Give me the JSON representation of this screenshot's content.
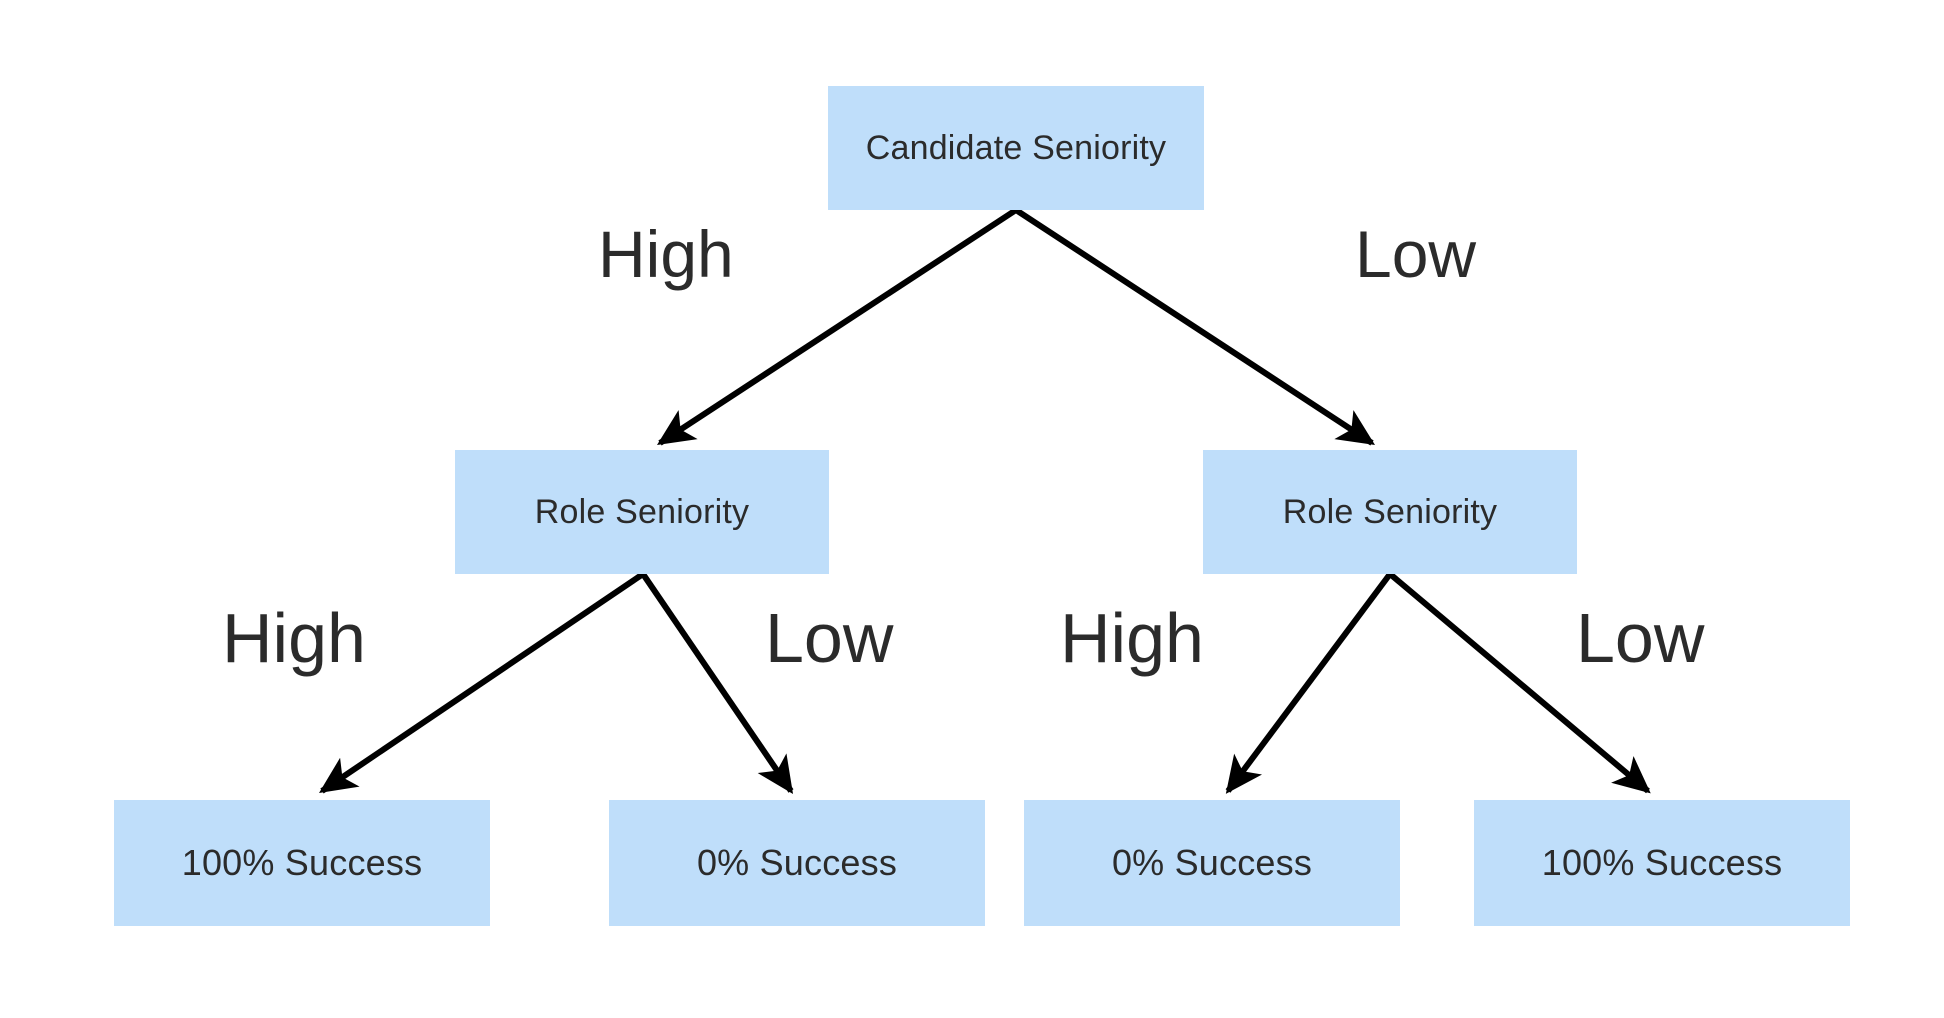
{
  "diagram": {
    "type": "decision-tree",
    "background_color": "#ffffff",
    "node_fill_color": "#bfdefa",
    "edge_color": "#000000",
    "text_color": "#2b2b2b",
    "nodes": {
      "root": {
        "id": "root",
        "label": "Candidate Seniority",
        "kind": "decision"
      },
      "branch_left": {
        "id": "branch-left",
        "label": "Role Seniority",
        "kind": "decision"
      },
      "branch_right": {
        "id": "branch-right",
        "label": "Role Seniority",
        "kind": "decision"
      },
      "leaf_1": {
        "id": "leaf-1",
        "label": "100% Success",
        "kind": "outcome"
      },
      "leaf_2": {
        "id": "leaf-2",
        "label": "0% Success",
        "kind": "outcome"
      },
      "leaf_3": {
        "id": "leaf-3",
        "label": "0% Success",
        "kind": "outcome"
      },
      "leaf_4": {
        "id": "leaf-4",
        "label": "100% Success",
        "kind": "outcome"
      }
    },
    "edge_labels": {
      "root_high": "High",
      "root_low": "Low",
      "left_high": "High",
      "left_low": "Low",
      "right_high": "High",
      "right_low": "Low"
    },
    "edges": [
      {
        "from": "root",
        "to": "branch-left",
        "label": "High"
      },
      {
        "from": "root",
        "to": "branch-right",
        "label": "Low"
      },
      {
        "from": "branch-left",
        "to": "leaf-1",
        "label": "High"
      },
      {
        "from": "branch-left",
        "to": "leaf-2",
        "label": "Low"
      },
      {
        "from": "branch-right",
        "to": "leaf-3",
        "label": "High"
      },
      {
        "from": "branch-right",
        "to": "leaf-4",
        "label": "Low"
      }
    ]
  }
}
